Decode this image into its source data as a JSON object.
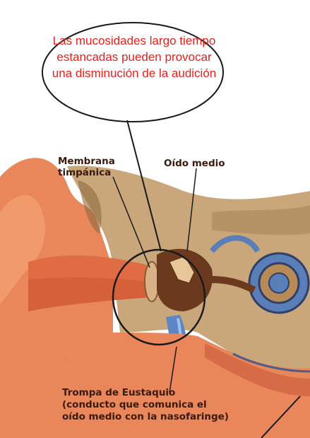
{
  "callout": {
    "text": "Las mucosidades largo tiempo estancadas pueden provocar una disminución de la audición"
  },
  "labels": {
    "membrana": "Membrana timpánica",
    "oido_medio": "Oído medio",
    "trompa": "Trompa de Eustaquio (conducto que comunica el oído medio con la nasofaringe)"
  },
  "colors": {
    "callout_text": "#e8201a",
    "label_text": "#3a1a0c",
    "skin": "#e9865a",
    "bone": "#c9a77a",
    "tube": "#5d86c4"
  }
}
